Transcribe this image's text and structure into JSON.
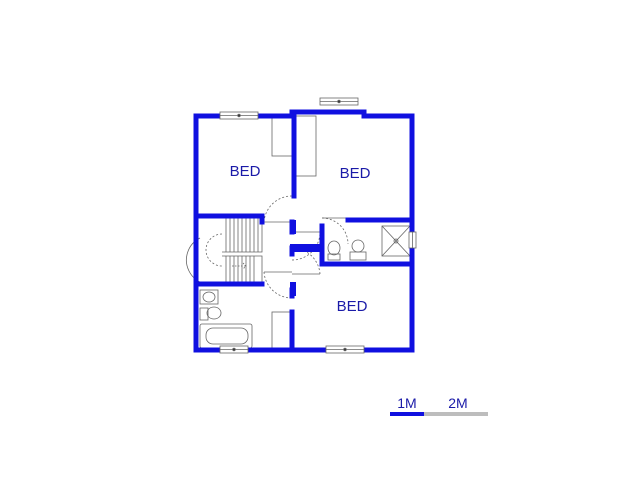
{
  "plan": {
    "rooms": [
      {
        "label": "BED"
      },
      {
        "label": "BED"
      },
      {
        "label": "BED"
      }
    ]
  },
  "scale_bar": {
    "label_1": "1M",
    "label_2": "2M"
  },
  "colors": {
    "wall": "#1010e0",
    "label": "#1a1aa8",
    "fixture": "#666666",
    "scale_grey": "#bdbdbd"
  }
}
